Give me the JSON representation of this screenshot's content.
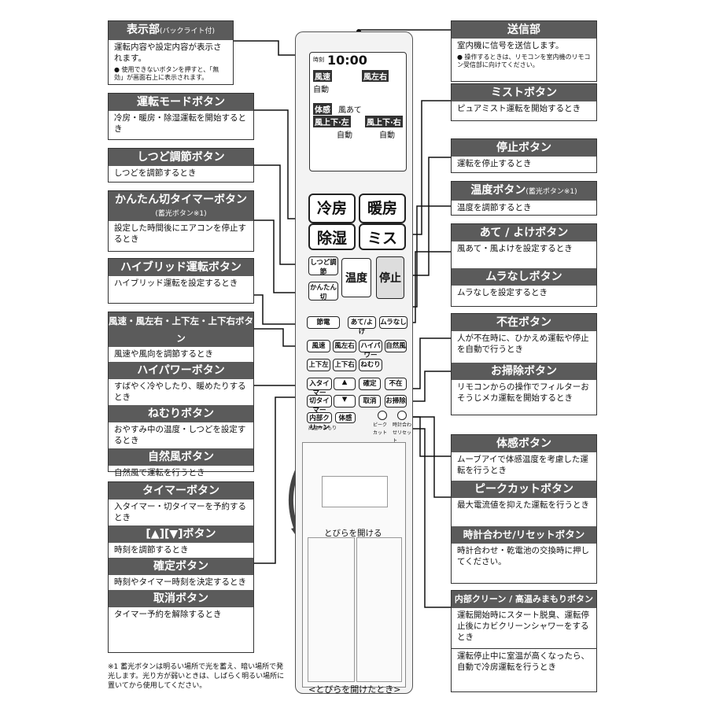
{
  "left": [
    {
      "title": "表示部",
      "title_small": "(バックライト付)",
      "body": "運転内容や設定内容が表示されます。",
      "note": "● 使用できないボタンを押すと、「無効」が画面右上に表示されます。"
    },
    {
      "title": "運転モードボタン",
      "body": "冷房・暖房・除湿運転を開始するとき"
    },
    {
      "title": "しつど調節ボタン",
      "body": "しつどを調節するとき"
    },
    {
      "title": "かんたん切タイマーボタン",
      "title_small": "(蓄光ボタン※1)",
      "body": "設定した時間後にエアコンを停止するとき"
    },
    {
      "title": "ハイブリッド運転ボタン",
      "body": "ハイブリッド運転を設定するとき"
    },
    {
      "title": "風速・風左右・上下左・上下右ボタン",
      "body": "風速や風向を調節するとき"
    },
    {
      "title": "ハイパワーボタン",
      "body": "すばやく冷やしたり、暖めたりするとき"
    },
    {
      "title": "ねむりボタン",
      "body": "おやすみ中の温度・しつどを設定するとき"
    },
    {
      "title": "自然風ボタン",
      "body": "自然風で運転を行うとき"
    },
    {
      "title": "タイマーボタン",
      "body": "入タイマー・切タイマーを予約するとき"
    },
    {
      "title": "[▲][▼]ボタン",
      "body": "時刻を調節するとき"
    },
    {
      "title": "確定ボタン",
      "body": "時刻やタイマー時刻を決定するとき"
    },
    {
      "title": "取消ボタン",
      "body": "タイマー予約を解除するとき"
    }
  ],
  "right": [
    {
      "title": "送信部",
      "body": "室内機に信号を送信します。",
      "note": "● 操作するときは、リモコンを室内機のリモコン受信部に向けてください。"
    },
    {
      "title": "ミストボタン",
      "body": "ピュアミスト運転を開始するとき"
    },
    {
      "title": "停止ボタン",
      "body": "運転を停止するとき"
    },
    {
      "title": "温度ボタン",
      "title_small": "(蓄光ボタン※1)",
      "body": "温度を調節するとき"
    },
    {
      "title": "あて / よけボタン",
      "body": "風あて・風よけを設定するとき"
    },
    {
      "title": "ムラなしボタン",
      "body": "ムラなしを設定するとき"
    },
    {
      "title": "不在ボタン",
      "body": "人が不在時に、ひかえめ運転や停止を自動で行うとき"
    },
    {
      "title": "お掃除ボタン",
      "body": "リモコンからの操作でフィルターおそうじメカ運転を開始するとき"
    },
    {
      "title": "体感ボタン",
      "body": "ムーブアイで体感温度を考慮した運転を行うとき"
    },
    {
      "title": "ピークカットボタン",
      "body": "最大電流値を抑えた運転を行うとき"
    },
    {
      "title": "時計合わせ/リセットボタン",
      "body": "時計合わせ・乾電池の交換時に押してください。"
    },
    {
      "title": "内部クリーン / 高温みまもりボタン",
      "body": "運転開始時にスタート脱臭、運転停止後にカビクリーンシャワーをするとき"
    },
    {
      "body": "運転停止中に室温が高くなったら、自動で冷房運転を行うとき"
    }
  ],
  "footnote": "※1 蓄光ボタンは明るい場所で光を蓄え、暗い場所で発光します。光り方が弱いときは、しばらく明るい場所に置いてから使用してください。",
  "caption_open": "とびらを開ける",
  "caption_bottom": "<とびらを開けたとき>",
  "lcd": {
    "time_label": "時刻",
    "time": "10:00",
    "fan_speed": "風速",
    "fan_lr": "風左右",
    "auto1": "自動",
    "taikan": "体感",
    "kaze_ate": "風あて",
    "ud_left": "風上下·左",
    "ud_right": "風上下·右",
    "auto2": "自動",
    "auto3": "自動"
  },
  "buttons": {
    "cool": "冷房",
    "heat": "暖房",
    "dry": "除湿",
    "mist": "ミスト",
    "humidity": "しつど調節",
    "kantan": "かんたん切",
    "temp": "温度",
    "stop": "停止",
    "hybrid": "節電",
    "ate": "あて/よけ",
    "muranashi": "ムラなし",
    "fuusoku": "風速",
    "kaze_lr": "風左右",
    "hipower": "ハイパワー",
    "shizen": "自然風",
    "ud_l": "上下左",
    "ud_r": "上下右",
    "nemuri": "ねむり",
    "on_timer": "入タイマー",
    "off_timer": "切タイマー",
    "up": "▲",
    "down": "▼",
    "kakutei": "確定",
    "torikeshi": "取消",
    "fuzai": "不在",
    "osouji": "お掃除",
    "clean": "内部クリーン",
    "taikan_btn": "体感",
    "peak": "ピークカット",
    "reset": "時計合わせリセット",
    "temp_watch": "高温みまもり"
  },
  "colors": {
    "header": "#5b5b5b",
    "line": "#111111"
  }
}
